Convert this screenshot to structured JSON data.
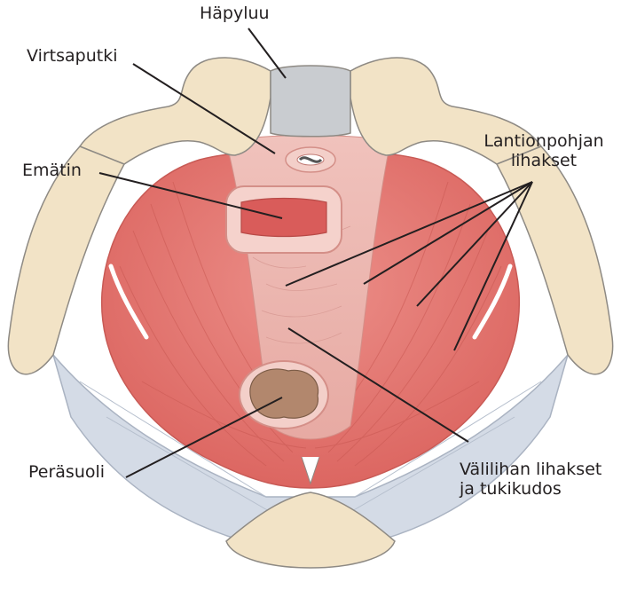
{
  "labels": {
    "pubic_bone": "Häpyluu",
    "urethra": "Virtsaputki",
    "vagina": "Emätin",
    "pelvic_floor_line1": "Lantionpohjan",
    "pelvic_floor_line2": "lihakset",
    "rectum": "Peräsuoli",
    "perineal_line1": "Välilihan lihakset",
    "perineal_line2": "ja tukikudos"
  },
  "colors": {
    "bone": "#f2e3c6",
    "bone_outline": "#8e8a84",
    "cartilage": "#c9ccd0",
    "muscle": "#e3716c",
    "muscle_light": "#eb9a94",
    "central_tissue": "#ecb7b1",
    "ligament": "#d4dbe6",
    "rectum": "#b2876d",
    "line": "#231f20"
  }
}
